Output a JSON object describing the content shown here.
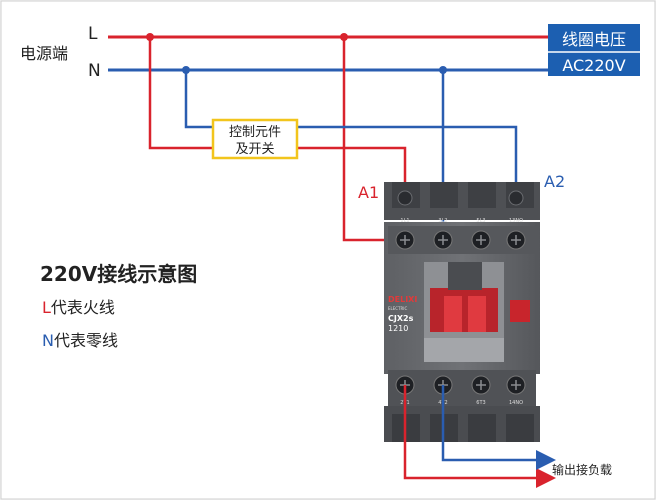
{
  "labels": {
    "power_side": "电源端",
    "line_L": "L",
    "line_N": "N",
    "coil_voltage_title": "线圈电压",
    "coil_voltage_value": "AC220V",
    "control_line1": "控制元件",
    "control_line2": "及开关",
    "terminal_A1": "A1",
    "terminal_A2": "A2",
    "output_load": "输出接负载"
  },
  "legend": {
    "title": "220V接线示意图",
    "L_letter": "L",
    "L_text": "代表火线",
    "N_letter": "N",
    "N_text": "代表零线"
  },
  "device": {
    "brand": "DELIXI",
    "brand_sub": "ELECTRIC",
    "model": "CJX2s",
    "rating": "1210",
    "top_terminals": [
      "1L1",
      "3L2",
      "5L3",
      "13NO"
    ],
    "bottom_terminals": [
      "2T1",
      "4T2",
      "6T3",
      "14NO"
    ]
  },
  "colors": {
    "live": "#d9232d",
    "neutral": "#2a5db0",
    "badge_bg": "#1c5fb1",
    "control_box_border": "#f2c51c",
    "body_dark": "#5b5d61",
    "body_mid": "#8a8c90",
    "red_part": "#c8252c",
    "legend_L": "#d9232d",
    "legend_N": "#2a5db0"
  }
}
